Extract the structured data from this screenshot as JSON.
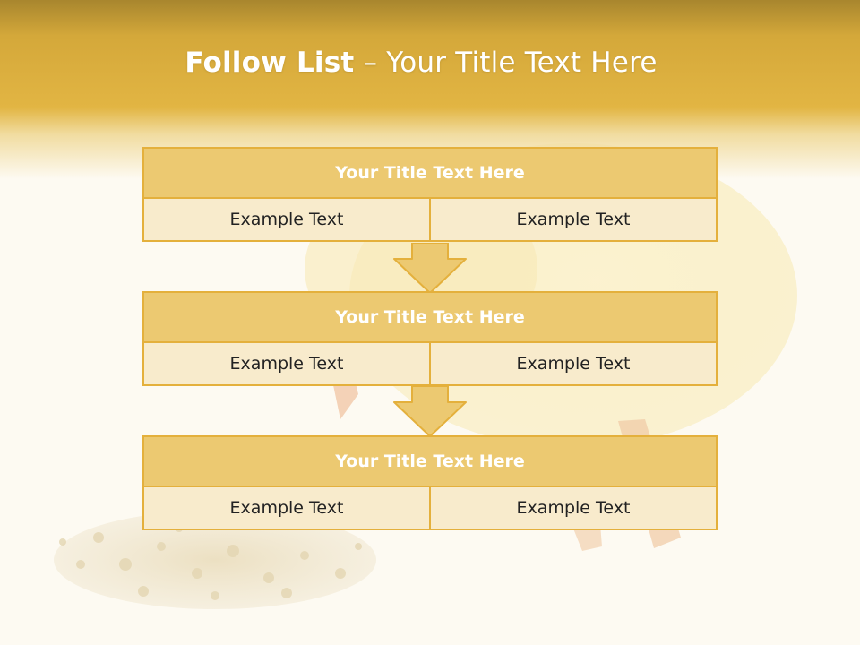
{
  "slide": {
    "title_bold": "Follow List",
    "title_rest": " – Your Title Text Here"
  },
  "blocks": [
    {
      "title": "Your Title Text Here",
      "left": "Example Text",
      "right": "Example Text"
    },
    {
      "title": "Your Title Text Here",
      "left": "Example Text",
      "right": "Example Text"
    },
    {
      "title": "Your Title Text Here",
      "left": "Example Text",
      "right": "Example Text"
    }
  ],
  "colors": {
    "header_gold": "#e2b543",
    "block_border": "#e4b03c",
    "block_header": "#ecc971",
    "block_cell": "#f6e8c6"
  }
}
